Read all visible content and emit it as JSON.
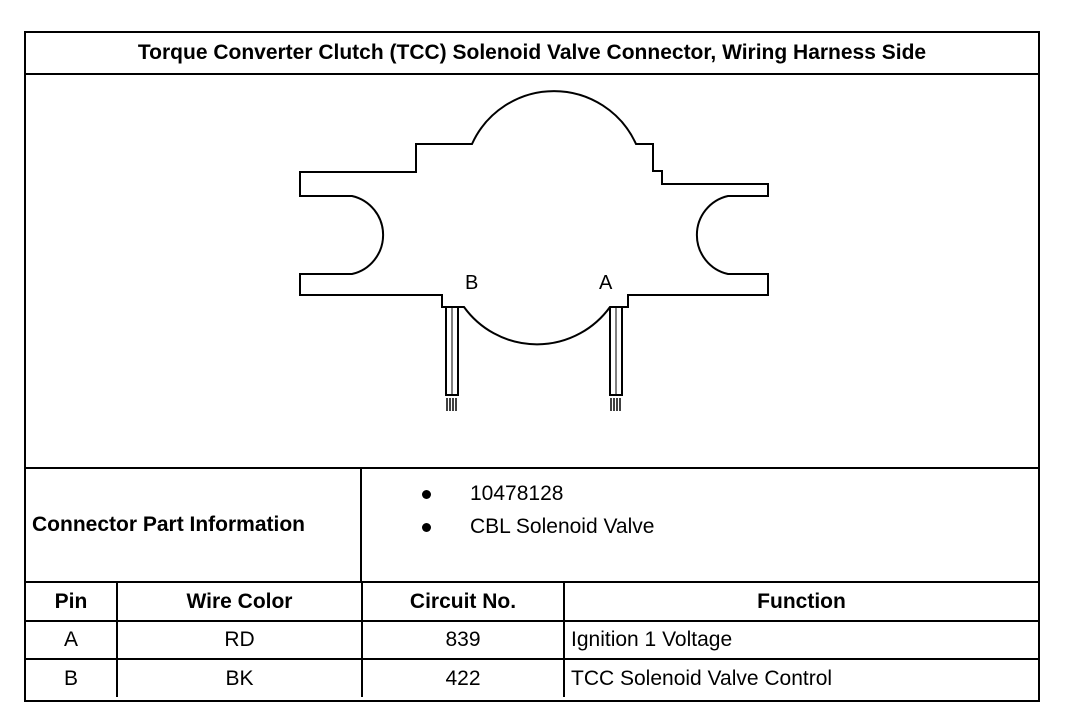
{
  "title": "Torque Converter Clutch (TCC) Solenoid Valve Connector, Wiring Harness Side",
  "diagram": {
    "pin_labels": [
      "B",
      "A"
    ]
  },
  "connector_info": {
    "label": "Connector Part Information",
    "items": [
      "10478128",
      "CBL Solenoid Valve"
    ]
  },
  "pin_table": {
    "headers": [
      "Pin",
      "Wire Color",
      "Circuit No.",
      "Function"
    ],
    "rows": [
      [
        "A",
        "RD",
        "839",
        "Ignition 1 Voltage"
      ],
      [
        "B",
        "BK",
        "422",
        "TCC Solenoid Valve Control"
      ]
    ]
  }
}
